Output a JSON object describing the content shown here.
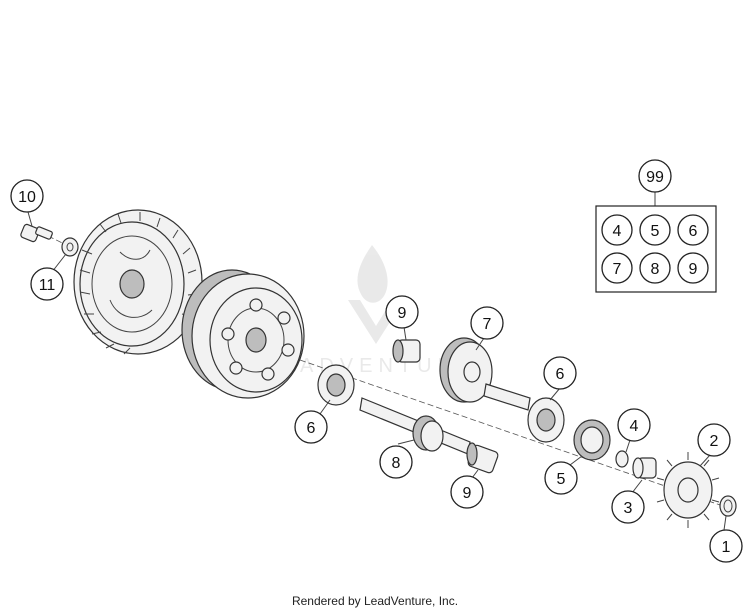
{
  "diagram": {
    "callouts": [
      {
        "id": "c10",
        "label": "10"
      },
      {
        "id": "c11",
        "label": "11"
      },
      {
        "id": "c9a",
        "label": "9"
      },
      {
        "id": "c7",
        "label": "7"
      },
      {
        "id": "c6a",
        "label": "6"
      },
      {
        "id": "c6b",
        "label": "6"
      },
      {
        "id": "c8",
        "label": "8"
      },
      {
        "id": "c9b",
        "label": "9"
      },
      {
        "id": "c5",
        "label": "5"
      },
      {
        "id": "c4",
        "label": "4"
      },
      {
        "id": "c3",
        "label": "3"
      },
      {
        "id": "c2",
        "label": "2"
      },
      {
        "id": "c1",
        "label": "1"
      }
    ],
    "kit": {
      "label": "99",
      "items": [
        "4",
        "5",
        "6",
        "7",
        "8",
        "9"
      ]
    }
  },
  "footer": {
    "credit": "Rendered by LeadVenture, Inc."
  }
}
